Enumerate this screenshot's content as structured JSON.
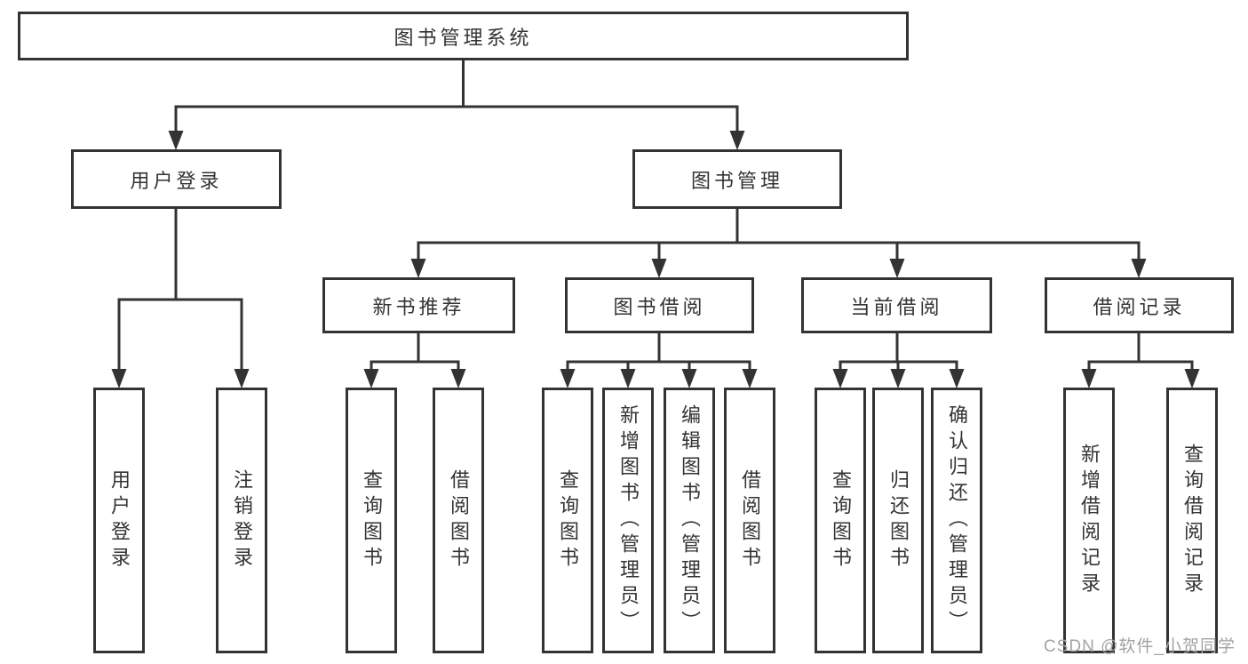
{
  "diagram": {
    "type": "hierarchy-tree",
    "root": {
      "label": "图书管理系统",
      "children": [
        {
          "label": "用户登录",
          "children": [
            {
              "label": "用户登录"
            },
            {
              "label": "注销登录"
            }
          ]
        },
        {
          "label": "图书管理",
          "children": [
            {
              "label": "新书推荐",
              "children": [
                {
                  "label": "查询图书"
                },
                {
                  "label": "借阅图书"
                }
              ]
            },
            {
              "label": "图书借阅",
              "children": [
                {
                  "label": "查询图书"
                },
                {
                  "label": "新增图书（管理员）"
                },
                {
                  "label": "编辑图书（管理员）"
                },
                {
                  "label": "借阅图书"
                }
              ]
            },
            {
              "label": "当前借阅",
              "children": [
                {
                  "label": "查询图书"
                },
                {
                  "label": "归还图书"
                },
                {
                  "label": "确认归还（管理员）"
                }
              ]
            },
            {
              "label": "借阅记录",
              "children": [
                {
                  "label": "新增借阅记录"
                },
                {
                  "label": "查询借阅记录"
                }
              ]
            }
          ]
        }
      ]
    }
  },
  "watermark": {
    "text": "CSDN @软件_小贺同学"
  },
  "colors": {
    "line": "#333333",
    "text": "#333333",
    "box_fill": "#ffffff",
    "background": "#ffffff",
    "watermark": "#a3a3a3"
  }
}
